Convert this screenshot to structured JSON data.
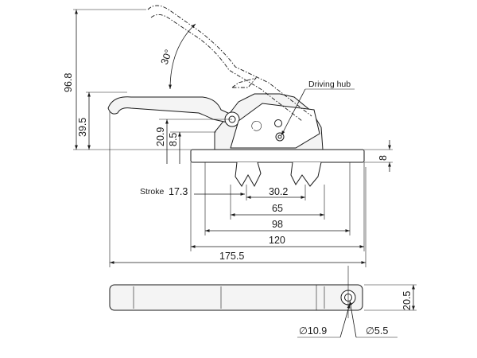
{
  "labels": {
    "overall_height": "96.8",
    "handle_height": "39.5",
    "pivot_height": "20.9",
    "pivot_offset": "8.5",
    "open_angle": "30°",
    "driving_hub": "Driving hub",
    "base_thickness": "8",
    "stroke_label": "Stroke",
    "stroke_value": "17.3",
    "bolt_gap": "30.2",
    "dim_65": "65",
    "dim_98": "98",
    "base_width": "120",
    "overall_length": "175.5",
    "side_height": "20.5",
    "diameter_outer": "∅10.9",
    "diameter_inner": "∅5.5"
  }
}
